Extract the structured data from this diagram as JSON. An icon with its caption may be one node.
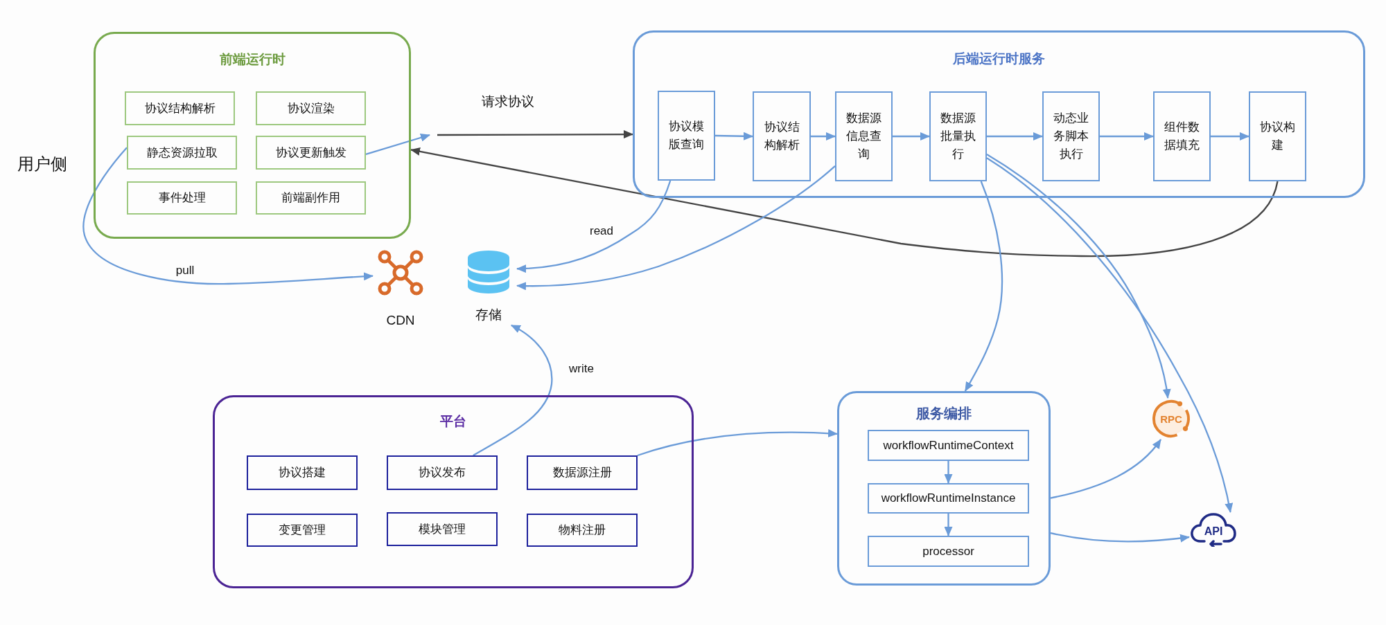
{
  "diagram": {
    "nodes": [
      {
        "text": [
          "前端运行时"
        ]
      },
      {
        "text": [
          "协议结构解析"
        ],
        "in": 0
      },
      {
        "text": [
          "协议渲染"
        ],
        "in": 0
      },
      {
        "text": [
          "静态资源拉取"
        ],
        "in": 0
      },
      {
        "text": [
          "协议更新触发"
        ],
        "in": 0
      },
      {
        "text": [
          "事件处理"
        ],
        "in": 0
      },
      {
        "text": [
          "前端副作用"
        ],
        "in": 0
      },
      {
        "text": [
          "后端运行时服务"
        ]
      },
      {
        "text": [
          "协议模版查询"
        ],
        "in": 7
      },
      {
        "text": [
          "协议结构解析"
        ],
        "in": 7
      },
      {
        "text": [
          "数据源信息查询"
        ],
        "in": 7
      },
      {
        "text": [
          "数据源批量执行"
        ],
        "in": 7
      },
      {
        "text": [
          "动态业务脚本执行"
        ],
        "in": 7
      },
      {
        "text": [
          "组件数据填充"
        ],
        "in": 7
      },
      {
        "text": [
          "协议构建"
        ],
        "in": 7
      },
      {
        "text": [
          "CDN"
        ]
      },
      {
        "text": [
          "存储"
        ]
      },
      {
        "text": [
          "平台"
        ]
      },
      {
        "text": [
          "协议搭建"
        ],
        "in": 17
      },
      {
        "text": [
          "协议发布"
        ],
        "in": 17
      },
      {
        "text": [
          "数据源注册"
        ],
        "in": 17
      },
      {
        "text": [
          "变更管理"
        ],
        "in": 17
      },
      {
        "text": [
          "模块管理"
        ],
        "in": 17
      },
      {
        "text": [
          "物料注册"
        ],
        "in": 17
      },
      {
        "text": [
          "服务编排"
        ]
      },
      {
        "text": [
          "workflowRuntimeContext"
        ],
        "in": 24
      },
      {
        "text": [
          "workflowRuntimeInstance"
        ],
        "in": 24
      },
      {
        "text": [
          "processor"
        ],
        "in": 24
      },
      {
        "text": [
          "RPC"
        ]
      },
      {
        "text": [
          "API"
        ]
      }
    ],
    "edges": [
      {
        "from": 3,
        "to": 15,
        "arrow": "to",
        "label": "pull"
      },
      {
        "from": 4,
        "to": null,
        "arrow": "to"
      },
      {
        "from": null,
        "to": 7,
        "arrow": "to",
        "label": "请求协议",
        "color": "#444444"
      },
      {
        "from": 8,
        "to": 9,
        "arrow": "to"
      },
      {
        "from": 9,
        "to": 10,
        "arrow": "to"
      },
      {
        "from": 10,
        "to": 11,
        "arrow": "to"
      },
      {
        "from": 11,
        "to": 12,
        "arrow": "to"
      },
      {
        "from": 12,
        "to": 13,
        "arrow": "to"
      },
      {
        "from": 13,
        "to": 14,
        "arrow": "to"
      },
      {
        "from": 14,
        "to": 0,
        "arrow": "to",
        "color": "#444444"
      },
      {
        "from": 8,
        "to": 16,
        "arrow": "to",
        "label": "read"
      },
      {
        "from": 10,
        "to": 16,
        "arrow": "to"
      },
      {
        "from": 19,
        "to": 16,
        "arrow": "to",
        "label": "write"
      },
      {
        "from": 20,
        "to": 24,
        "arrow": "to"
      },
      {
        "from": 11,
        "to": 24,
        "arrow": "to"
      },
      {
        "from": 11,
        "to": 28,
        "arrow": "to"
      },
      {
        "from": 11,
        "to": 29,
        "arrow": "to"
      },
      {
        "from": 25,
        "to": 26,
        "arrow": "to"
      },
      {
        "from": 26,
        "to": 27,
        "arrow": "to"
      },
      {
        "from": 24,
        "to": 28,
        "arrow": "to"
      },
      {
        "from": 24,
        "to": 29,
        "arrow": "to"
      }
    ],
    "labels": [
      "用户侧"
    ]
  }
}
